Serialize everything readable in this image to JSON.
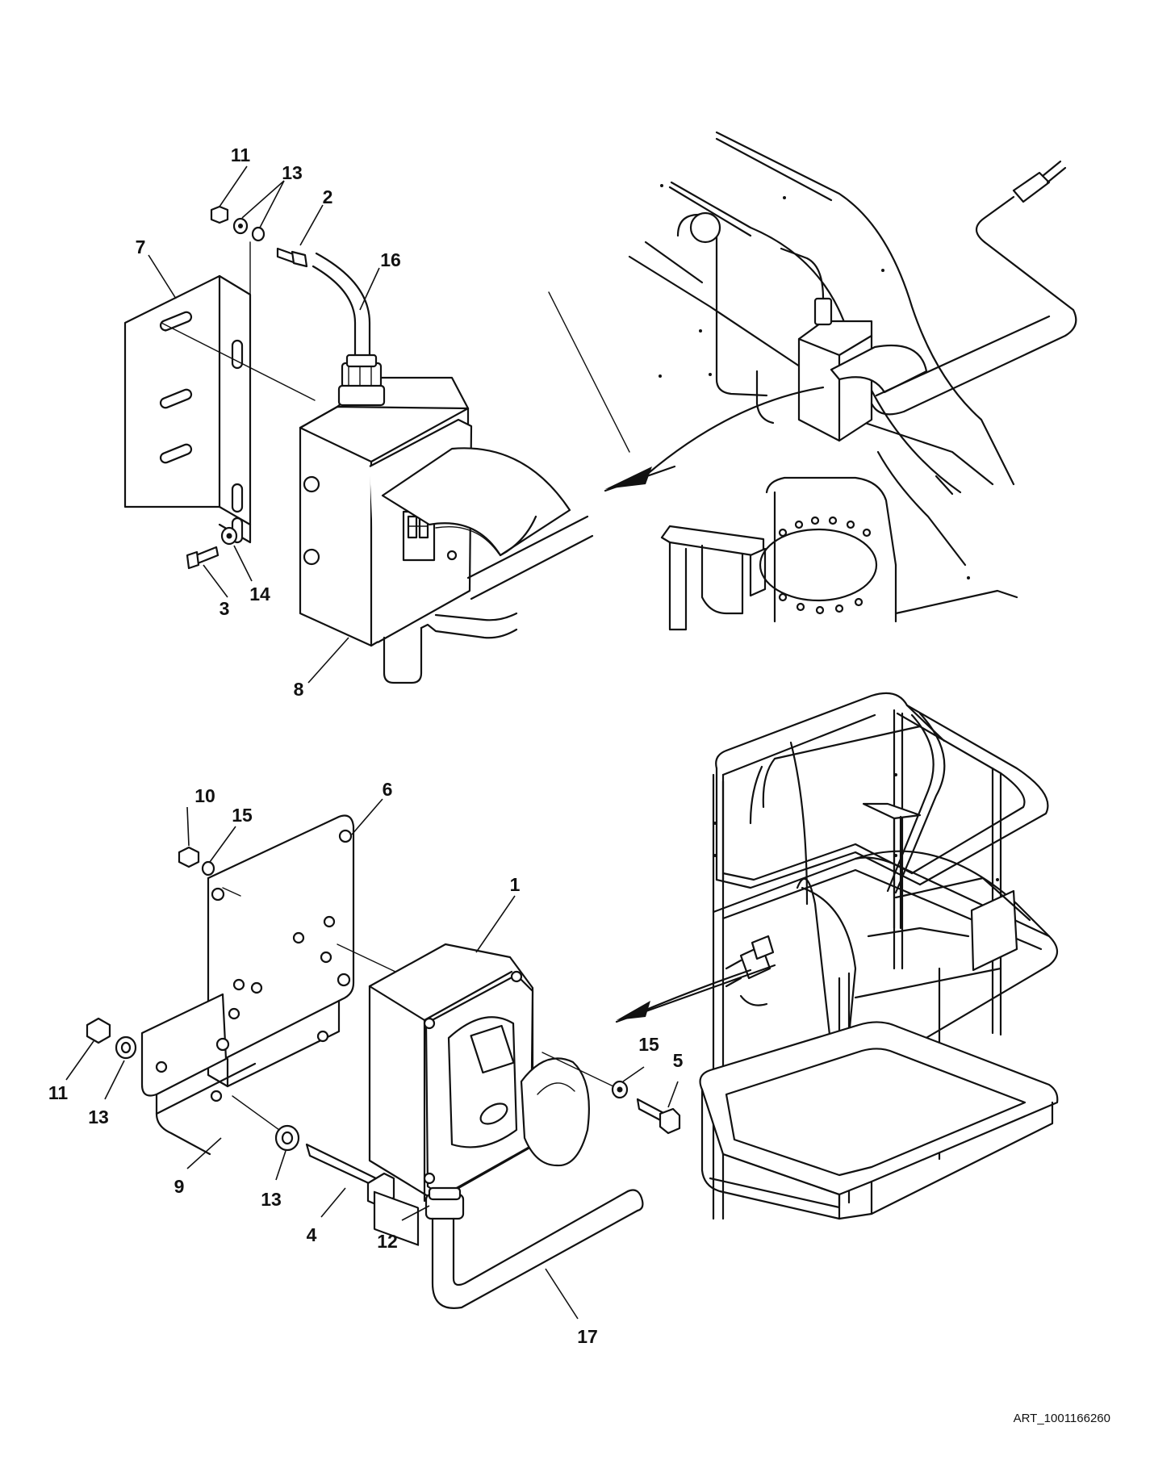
{
  "drawing": {
    "art_number": "ART_1001166260"
  },
  "callouts": {
    "upper": {
      "c11": "11",
      "c13": "13",
      "c2": "2",
      "c7": "7",
      "c16": "16",
      "c3": "3",
      "c14": "14",
      "c8": "8"
    },
    "lower": {
      "c10": "10",
      "c15a": "15",
      "c6": "6",
      "c1": "1",
      "c11": "11",
      "c13a": "13",
      "c15b": "15",
      "c5": "5",
      "c9": "9",
      "c13b": "13",
      "c4": "4",
      "c12": "12",
      "c17": "17"
    }
  }
}
